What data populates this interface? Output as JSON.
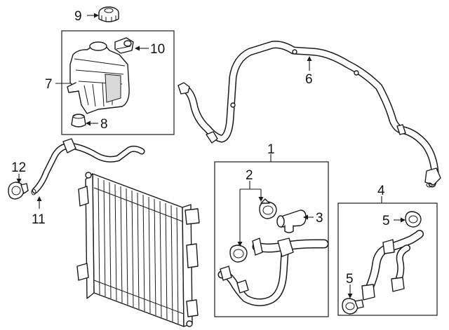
{
  "callouts": {
    "c1": "1",
    "c2": "2",
    "c3": "3",
    "c4": "4",
    "c5a": "5",
    "c5b": "5",
    "c6": "6",
    "c7": "7",
    "c8": "8",
    "c9": "9",
    "c10": "10",
    "c11": "11",
    "c12": "12"
  },
  "colors": {
    "line": "#1a1a1a",
    "background": "#ffffff",
    "shade": "#d9d9d9"
  }
}
